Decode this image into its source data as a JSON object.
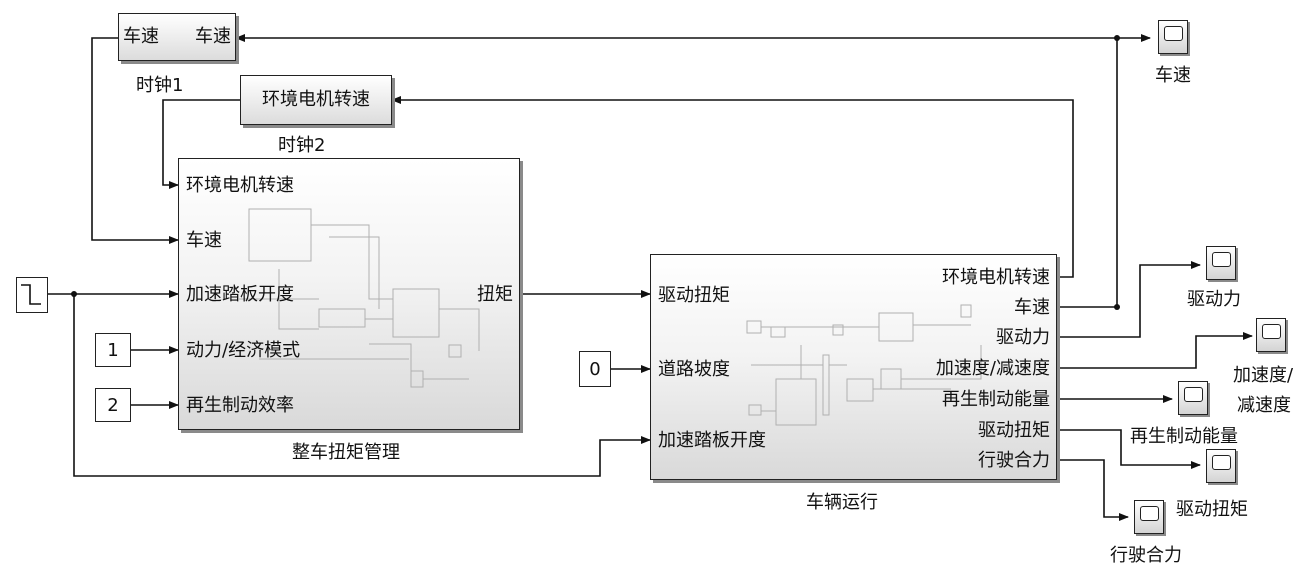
{
  "clock1": {
    "in_label": "车速",
    "out_label": "车速",
    "caption": "时钟1"
  },
  "clock2": {
    "label": "环境电机转速",
    "caption": "时钟2"
  },
  "torque_mgmt": {
    "inputs": [
      "环境电机转速",
      "车速",
      "加速踏板开度",
      "动力/经济模式",
      "再生制动效率"
    ],
    "output": "扭矩",
    "caption": "整车扭矩管理"
  },
  "vehicle": {
    "inputs": [
      "驱动扭矩",
      "道路坡度",
      "加速踏板开度"
    ],
    "outputs": [
      "环境电机转速",
      "车速",
      "驱动力",
      "加速度/减速度",
      "再生制动能量",
      "驱动扭矩",
      "行驶合力"
    ],
    "caption": "车辆运行"
  },
  "constants": {
    "mode": "1",
    "efficiency": "2",
    "slope": "0"
  },
  "scopes": {
    "speed": "车速",
    "drive_force": "驱动力",
    "accel_line1": "加速度/",
    "accel_line2": "减速度",
    "regen": "再生制动能量",
    "drive_torque": "驱动扭矩",
    "resultant": "行驶合力"
  }
}
